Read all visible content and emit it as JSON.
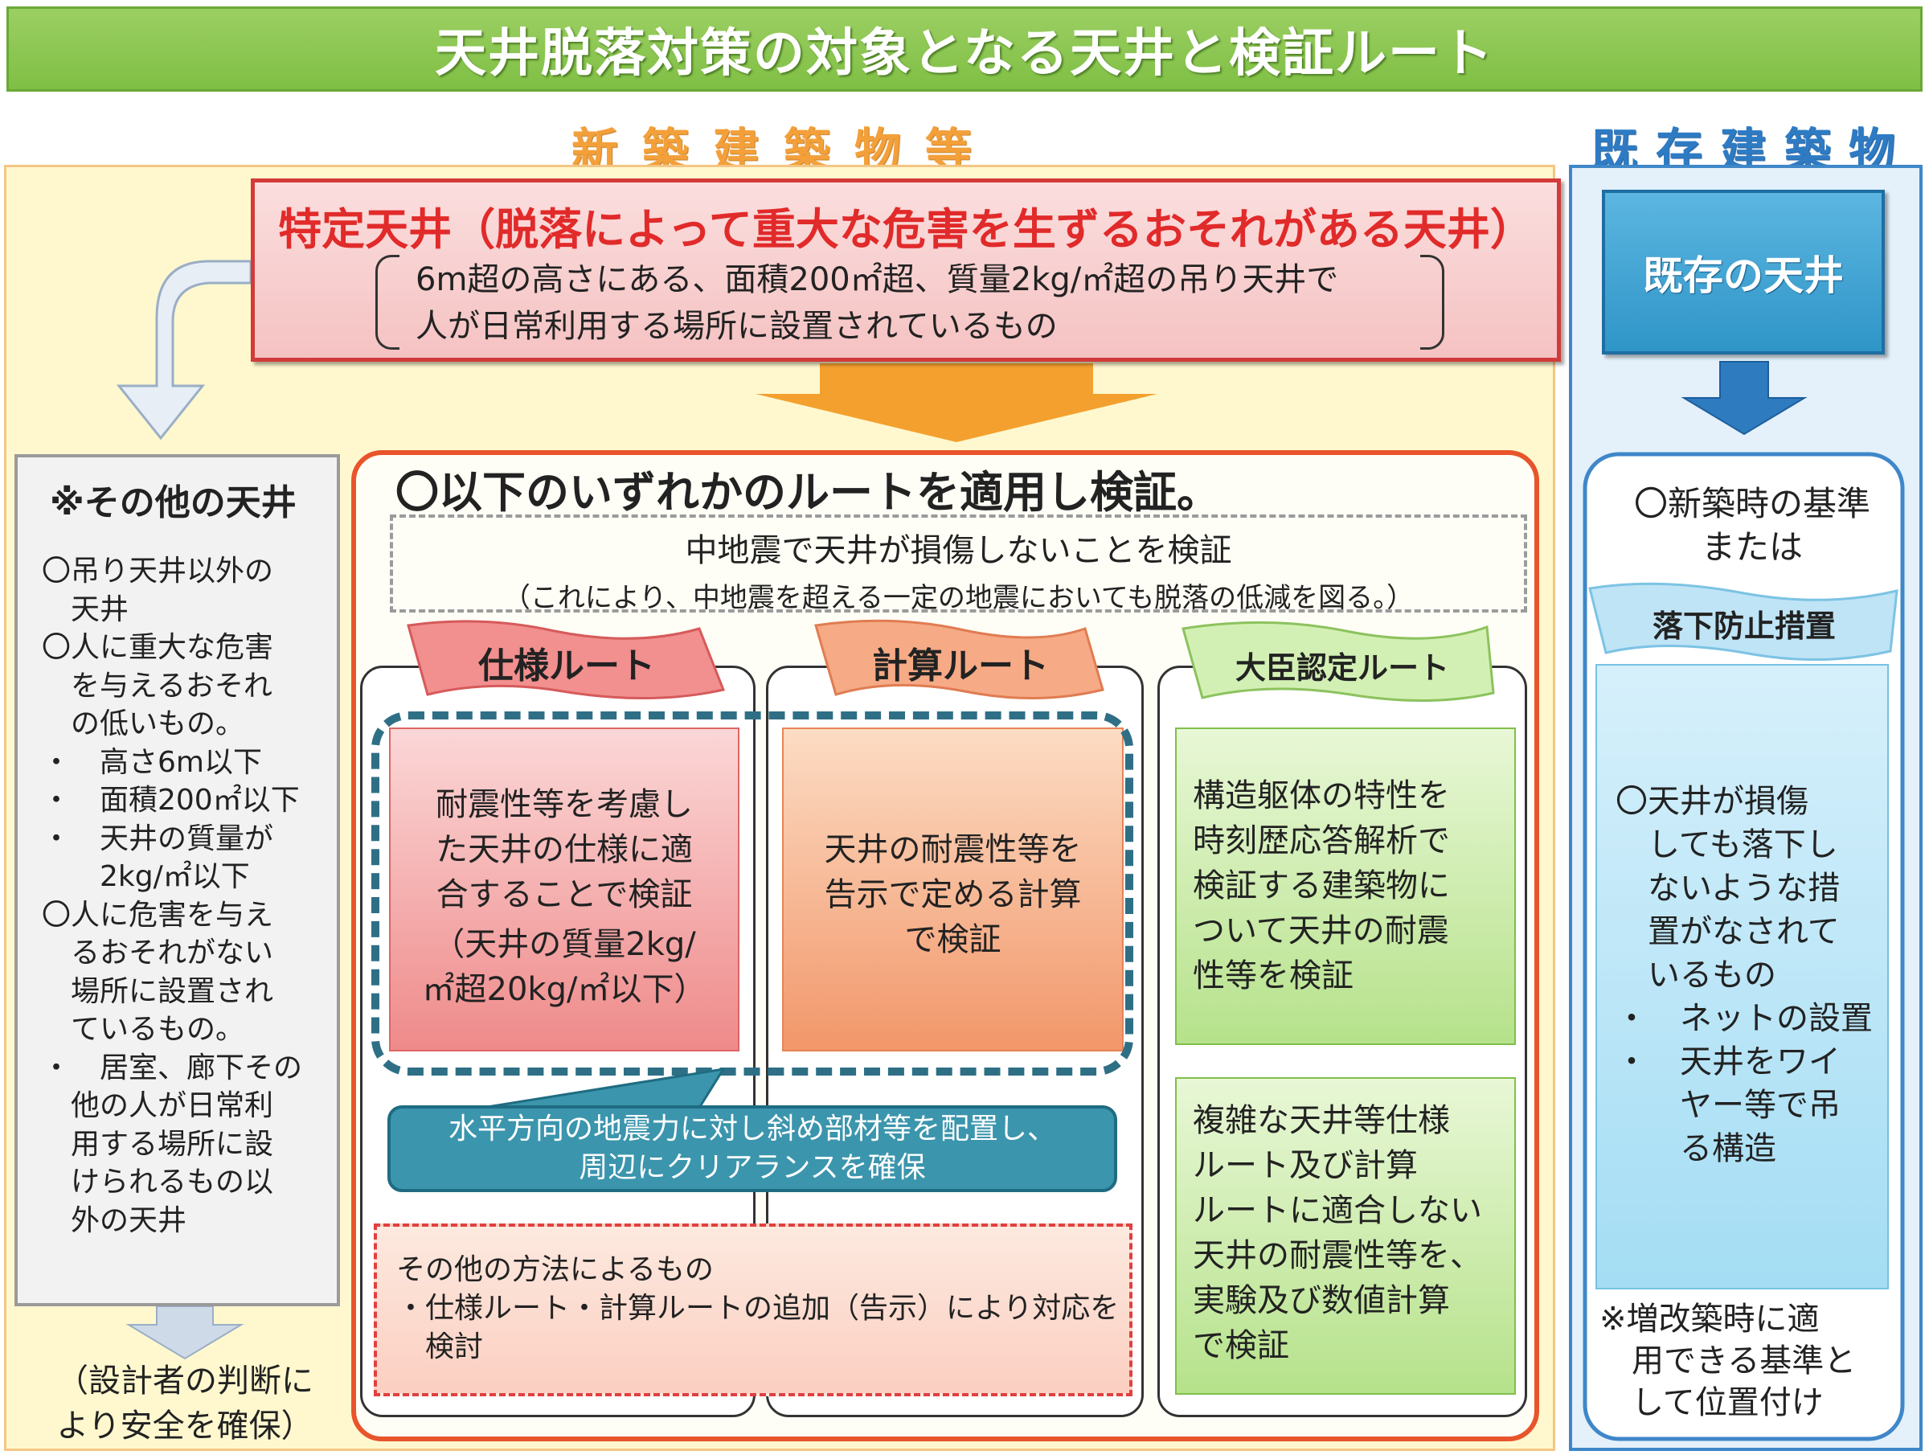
{
  "title": "天井脱落対策の対象となる天井と検証ルート",
  "sections": {
    "new": "新築建築物等",
    "existing": "既存建築物"
  },
  "tokutei": {
    "title": "特定天井（脱落によって重大な危害を生ずるおそれがある天井）",
    "desc_line1": "6m超の高さにある、面積200㎡超、質量2kg/㎡超の吊り天井で",
    "desc_line2": "人が日常利用する場所に設置されているもの"
  },
  "existing_ceiling": "既存の天井",
  "other_ceiling": {
    "title": "※その他の天井",
    "lines": [
      "〇吊り天井以外の",
      "　天井",
      "〇人に重大な危害",
      "　を与えるおそれ",
      "　の低いもの。",
      "・　高さ6m以下",
      "・　面積200㎡以下",
      "・　天井の質量が",
      "　　2kg/㎡以下",
      "〇人に危害を与え",
      "　るおそれがない",
      "　場所に設置され",
      "　ているもの。",
      "・　居室、廊下その",
      "　他の人が日常利",
      "　用する場所に設",
      "　けられるもの以",
      "　外の天井"
    ],
    "footer_line1": "（設計者の判断に",
    "footer_line2": "より安全を確保）"
  },
  "routes": {
    "heading": "〇以下のいずれかのルートを適用し検証。",
    "verify_line1": "中地震で天井が損傷しないことを検証",
    "verify_line2": "（これにより、中地震を超える一定の地震においても脱落の低減を図る。）",
    "spec": {
      "label": "仕様ルート",
      "lines": [
        "耐震性等を考慮し",
        "た天井の仕様に適",
        "合することで検証",
        "（天井の質量2kg/",
        "㎡超20kg/㎡以下）"
      ]
    },
    "calc": {
      "label": "計算ルート",
      "lines": [
        "天井の耐震性等を",
        "告示で定める計算",
        "で検証"
      ]
    },
    "minister": {
      "label": "大臣認定ルート",
      "box1_lines": [
        "構造躯体の特性を",
        "時刻歴応答解析で",
        "検証する建築物に",
        "ついて天井の耐震",
        "性等を検証"
      ],
      "box2_lines": [
        "複雑な天井等仕様",
        "ルート及び計算",
        "ルートに適合しない",
        "天井の耐震性等を、",
        "実験及び数値計算",
        "で検証"
      ]
    },
    "callout_line1": "水平方向の地震力に対し斜め部材等を配置し、",
    "callout_line2": "周辺にクリアランスを確保",
    "other_methods": [
      "その他の方法によるもの",
      "・仕様ルート・計算ルートの追加（告示）により対応を",
      "　検討"
    ]
  },
  "existing_panel": {
    "kijun_line1": "〇新築時の基準",
    "kijun_line2": "または",
    "fall_prevention": "落下防止措置",
    "lines": [
      "〇天井が損傷",
      "　しても落下し",
      "　ないような措",
      "　置がなされて",
      "　いるもの",
      "・　ネットの設置",
      "・　天井をワイ",
      "　　ヤー等で吊",
      "　　る構造"
    ],
    "note_line1": "※増改築時に適",
    "note_line2": "　用できる基準と",
    "note_line3": "　して位置付け"
  },
  "colors": {
    "title_green": "#7fbf44",
    "accent_orange": "#f3a03a",
    "accent_blue": "#2e7bc4",
    "tokutei_red": "#e12a2a",
    "route_border": "#e8542b"
  }
}
